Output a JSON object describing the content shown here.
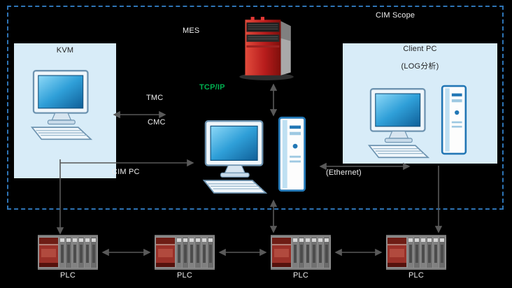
{
  "scope": {
    "label": "CIM Scope"
  },
  "mes": {
    "label": "MES"
  },
  "kvm": {
    "label": "KVM"
  },
  "cim_pc": {
    "label": "CIM PC"
  },
  "client_pc": {
    "label": "Client PC",
    "sublabel": "(LOG分析)"
  },
  "links": {
    "tcpip": "TCP/IP",
    "tmc": "TMC",
    "cmc": "CMC",
    "ethernet": "(Ethernet)"
  },
  "plcs": [
    {
      "label": "PLC"
    },
    {
      "label": "PLC"
    },
    {
      "label": "PLC"
    },
    {
      "label": "PLC"
    }
  ],
  "colors": {
    "background": "#000000",
    "scope_border": "#2e74b5",
    "panel": "#d8ecf8",
    "label_light": "#ededed",
    "label_dark": "#1f1f1f",
    "tcpip_green": "#00b050",
    "arrow": "#595959",
    "server_red": "#b71c1c",
    "plc_red": "#9a3028",
    "pc_blue": "#2277b5"
  }
}
